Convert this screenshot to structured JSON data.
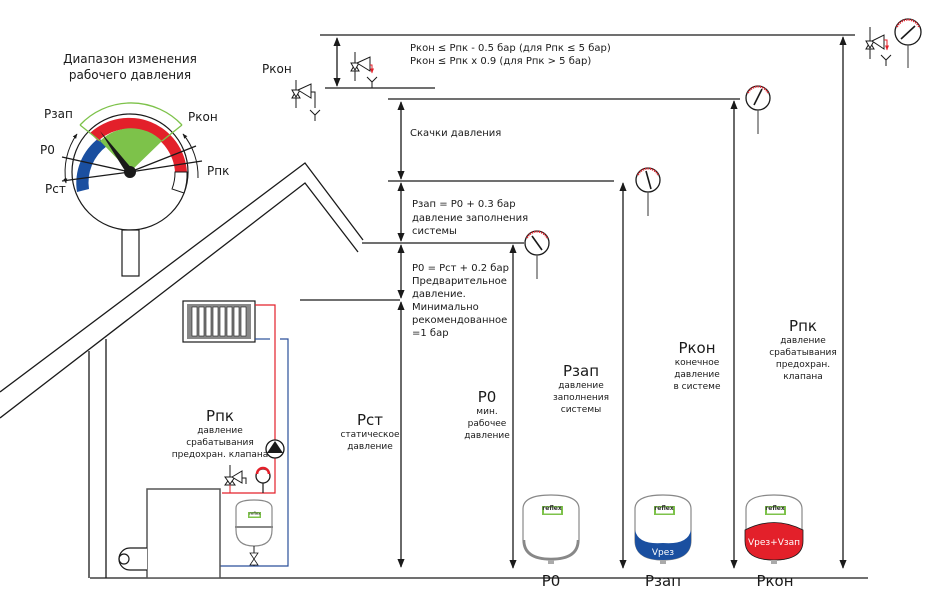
{
  "gauge": {
    "title_line1": "Диапазон изменения",
    "title_line2": "рабочего давления",
    "labels": {
      "pzap": "Pзап",
      "p0": "P0",
      "pst": "Pст",
      "pkon": "Pкон",
      "ppk": "Pпк"
    }
  },
  "colors": {
    "blue": "#1a4fa0",
    "red": "#e3202a",
    "green": "#7dc24a",
    "line": "#1a1a1a",
    "pipe_red": "#e3202a",
    "pipe_blue": "#2a4f9a",
    "tank_outline": "#888888",
    "reflex_green": "#7dc24a"
  },
  "top_valve_label": "Pкон",
  "formulas": {
    "pkon_rule1": "Pкон  ≤  Pпк - 0.5 бар (для Pпк ≤ 5 бар)",
    "pkon_rule2": "Pкон  ≤  Pпк x 0.9 (для Pпк > 5 бар)",
    "surges": "Скачки давления",
    "pzap_formula": "Pзап = P0 + 0.3 бар",
    "pzap_desc1": "давление заполнения",
    "pzap_desc2": "системы",
    "p0_formula": "P0 = Pст + 0.2 бар",
    "p0_desc1": "Предварительное",
    "p0_desc2": "давление.",
    "p0_desc3": "Минимально",
    "p0_desc4": "рекомендованное",
    "p0_desc5": "=1 бар"
  },
  "house": {
    "ppk_title": "Pпк",
    "ppk_desc1": "давление",
    "ppk_desc2": "срабатывания",
    "ppk_desc3": "предохран. клапана"
  },
  "columns": [
    {
      "id": "pst",
      "title": "Pст",
      "desc": [
        "статическое",
        "давление"
      ]
    },
    {
      "id": "p0",
      "title": "P0",
      "desc": [
        "мин.",
        "рабочее",
        "давление"
      ]
    },
    {
      "id": "pzap",
      "title": "Pзап",
      "desc": [
        "давление",
        "заполнения",
        "системы"
      ]
    },
    {
      "id": "pkon",
      "title": "Pкон",
      "desc": [
        "конечное",
        "давление",
        "в системе"
      ]
    },
    {
      "id": "ppk",
      "title": "Pпк",
      "desc": [
        "давление",
        "срабатывания",
        "предохран.",
        "клапана"
      ]
    }
  ],
  "tanks": [
    {
      "state": "P0",
      "brand": "reflex",
      "fill_label": ""
    },
    {
      "state": "Pзап",
      "brand": "reflex",
      "fill_label": "Vрез"
    },
    {
      "state": "Pкон",
      "brand": "reflex",
      "fill_label": "Vрез+Vзап"
    }
  ],
  "house_tank_brand": "reflex"
}
